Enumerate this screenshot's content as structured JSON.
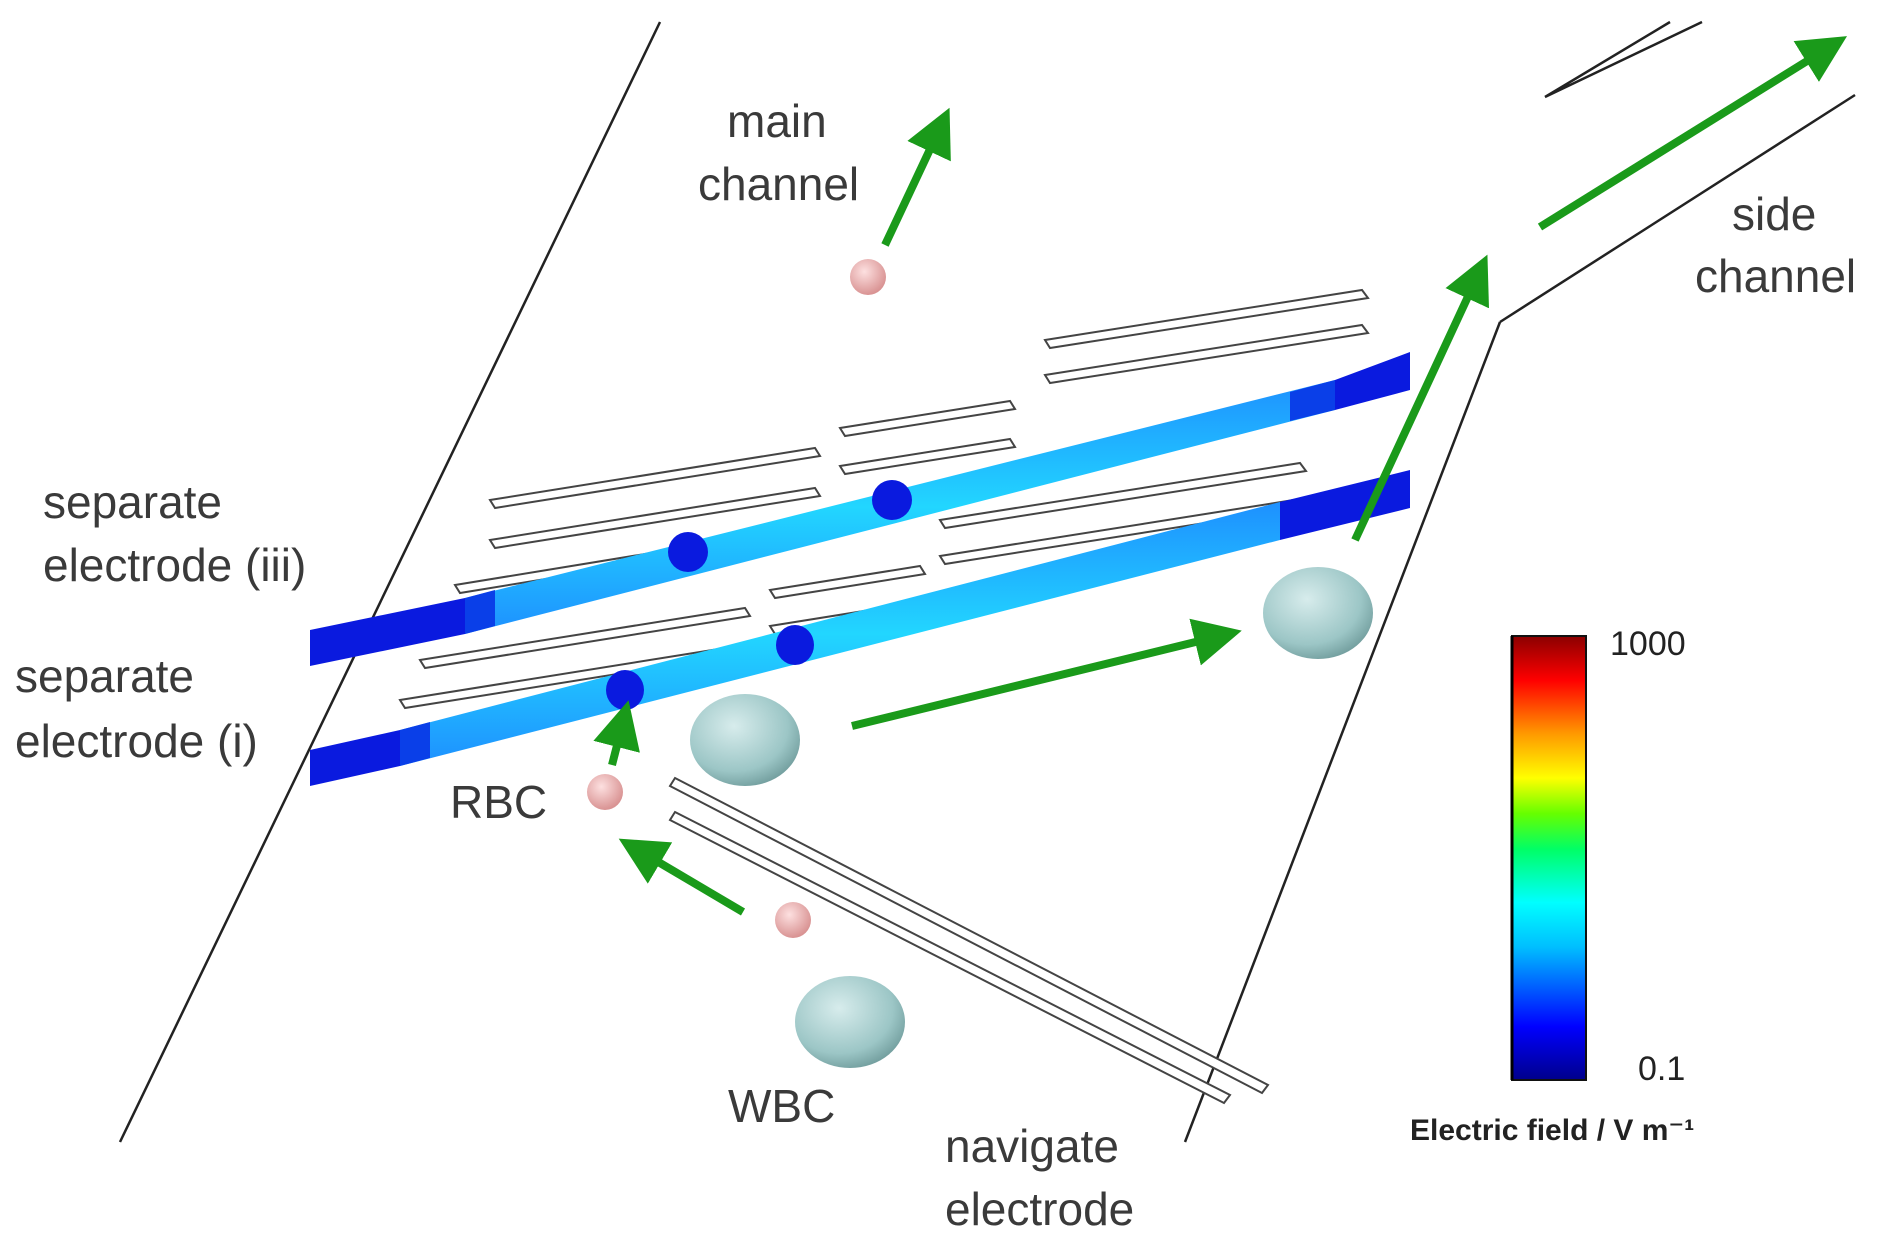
{
  "labels": {
    "main_channel_line1": "main",
    "main_channel_line2": "channel",
    "side_channel_line1": "side",
    "side_channel_line2": "channel",
    "separate_iii_line1": "separate",
    "separate_iii_line2": "electrode (iii)",
    "separate_i_line1": "separate",
    "separate_i_line2": "electrode (i)",
    "rbc": "RBC",
    "wbc": "WBC",
    "navigate_line1": "navigate",
    "navigate_line2": "electrode"
  },
  "colorbar": {
    "max_label": "1000",
    "min_label": "0.1",
    "title": "Electric field / V m⁻¹",
    "stops": [
      "#00008b",
      "#0000ff",
      "#00bfff",
      "#00ffff",
      "#00ff66",
      "#66ff00",
      "#ffff00",
      "#ff9900",
      "#ff0000",
      "#8b0000"
    ]
  },
  "colors": {
    "arrow": "#1a9a1a",
    "electrode_dark": "#0a1adf",
    "electrode_field": "#19c8ff",
    "rbc": "#f0b3b3",
    "wbc": "#a9d0d0",
    "outline": "#222222"
  }
}
